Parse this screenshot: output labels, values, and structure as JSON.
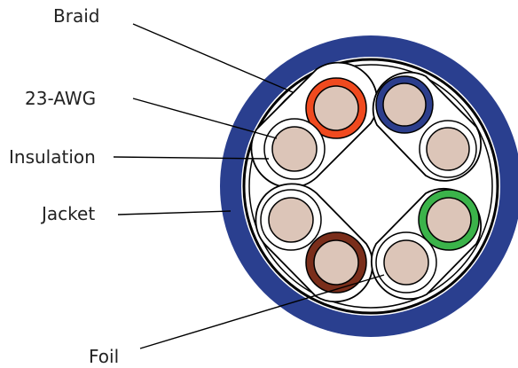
{
  "labels": {
    "braid": "Braid",
    "awg": "23-AWG",
    "insulation": "Insulation",
    "jacket": "Jacket",
    "foil": "Foil"
  },
  "colors": {
    "jacket": "#2a3f8f",
    "jacket_inner_gap": "#ffffff",
    "braid_ring": "#000000",
    "copper": "#dcc5b8",
    "insulation": "#ffffff",
    "pair_orange": "#f04a1f",
    "pair_blue": "#2c3e8c",
    "pair_green": "#3bb34a",
    "pair_brown": "#7a2e1b",
    "text": "#222222"
  },
  "icons": {
    "cross_section": "twisted-pair-cable-cross-section"
  }
}
